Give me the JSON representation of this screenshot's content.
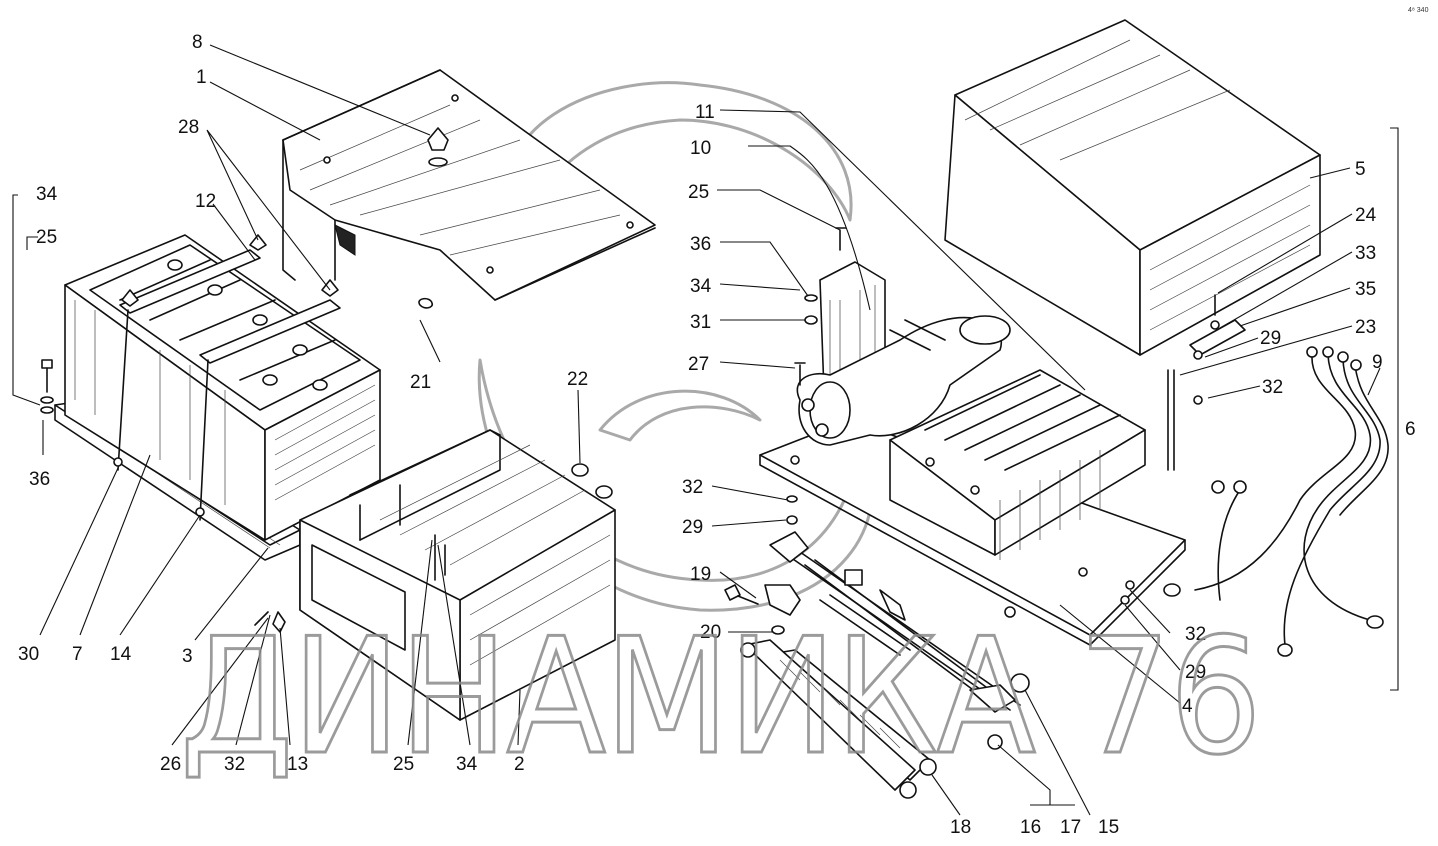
{
  "callouts": {
    "n1": "1",
    "n2": "2",
    "n3": "3",
    "n4": "4",
    "n5": "5",
    "n6": "6",
    "n7": "7",
    "n8": "8",
    "n9": "9",
    "n10": "10",
    "n11": "11",
    "n12": "12",
    "n13": "13",
    "n14": "14",
    "n15": "15",
    "n16": "16",
    "n17": "17",
    "n18": "18",
    "n19": "19",
    "n20": "20",
    "n21": "21",
    "n22": "22",
    "n23": "23",
    "n24": "24",
    "n25_left": "25",
    "n25_mid": "25",
    "n25_right": "25",
    "n26": "26",
    "n27": "27",
    "n28": "28",
    "n29_a": "29",
    "n29_b": "29",
    "n29_c": "29",
    "n30": "30",
    "n31": "31",
    "n32_a": "32",
    "n32_b": "32",
    "n32_c": "32",
    "n32_d": "32",
    "n33": "33",
    "n34_left": "34",
    "n34_mid": "34",
    "n34_bottom": "34",
    "n35": "35",
    "n36_left": "36",
    "n36_mid": "36"
  },
  "watermark": "ДИНАМИКА 76",
  "corner_mark": "4⁸ 340"
}
